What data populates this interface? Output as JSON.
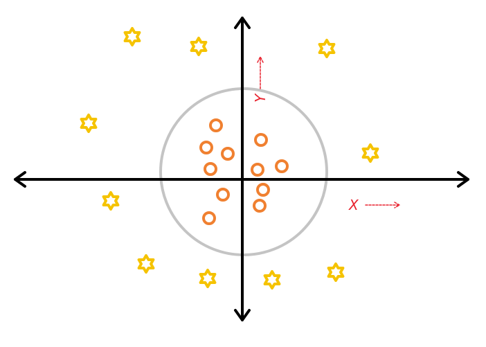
{
  "axes": {
    "x_label": "X",
    "y_label": "Y"
  },
  "colors": {
    "axis": "#000000",
    "boundary": "#c4c4c4",
    "class_a": "#f08030",
    "class_b": "#f5c300",
    "annotation": "#e8222e"
  },
  "legend": {
    "class_a_shape": "circle",
    "class_b_shape": "hexagram-star"
  }
}
